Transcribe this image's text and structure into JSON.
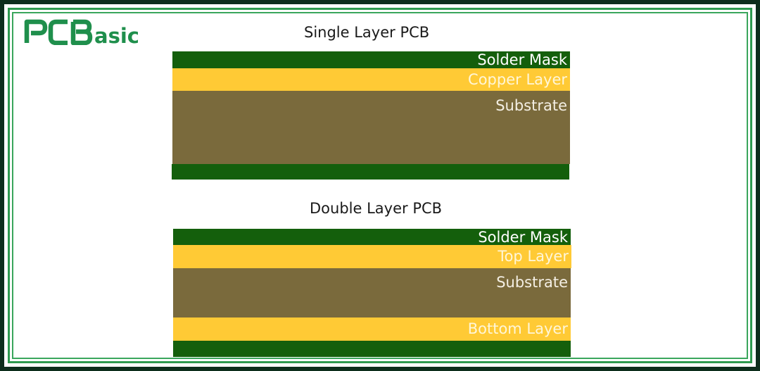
{
  "brand": {
    "logo_text": "PCBasic",
    "logo_color": "#1f8f4c"
  },
  "diagrams": [
    {
      "title": "Single Layer PCB",
      "layers": [
        {
          "label": "Solder Mask",
          "color": "#145f0c"
        },
        {
          "label": "Copper Layer",
          "color": "#ffca35"
        },
        {
          "label": "Substrate",
          "color": "#7a6a3c"
        },
        {
          "label": "",
          "color": "#145f0c"
        }
      ]
    },
    {
      "title": "Double Layer PCB",
      "layers": [
        {
          "label": "Solder Mask",
          "color": "#145f0c"
        },
        {
          "label": "Top Layer",
          "color": "#ffca35"
        },
        {
          "label": "Substrate",
          "color": "#7a6a3c"
        },
        {
          "label": "Bottom Layer",
          "color": "#ffca35"
        },
        {
          "label": "",
          "color": "#145f0c"
        }
      ]
    }
  ],
  "colors": {
    "frame_dark": "#0d2e1c",
    "frame_green": "#2e9a4f",
    "solder_mask": "#145f0c",
    "copper": "#ffca35",
    "substrate": "#7a6a3c"
  }
}
